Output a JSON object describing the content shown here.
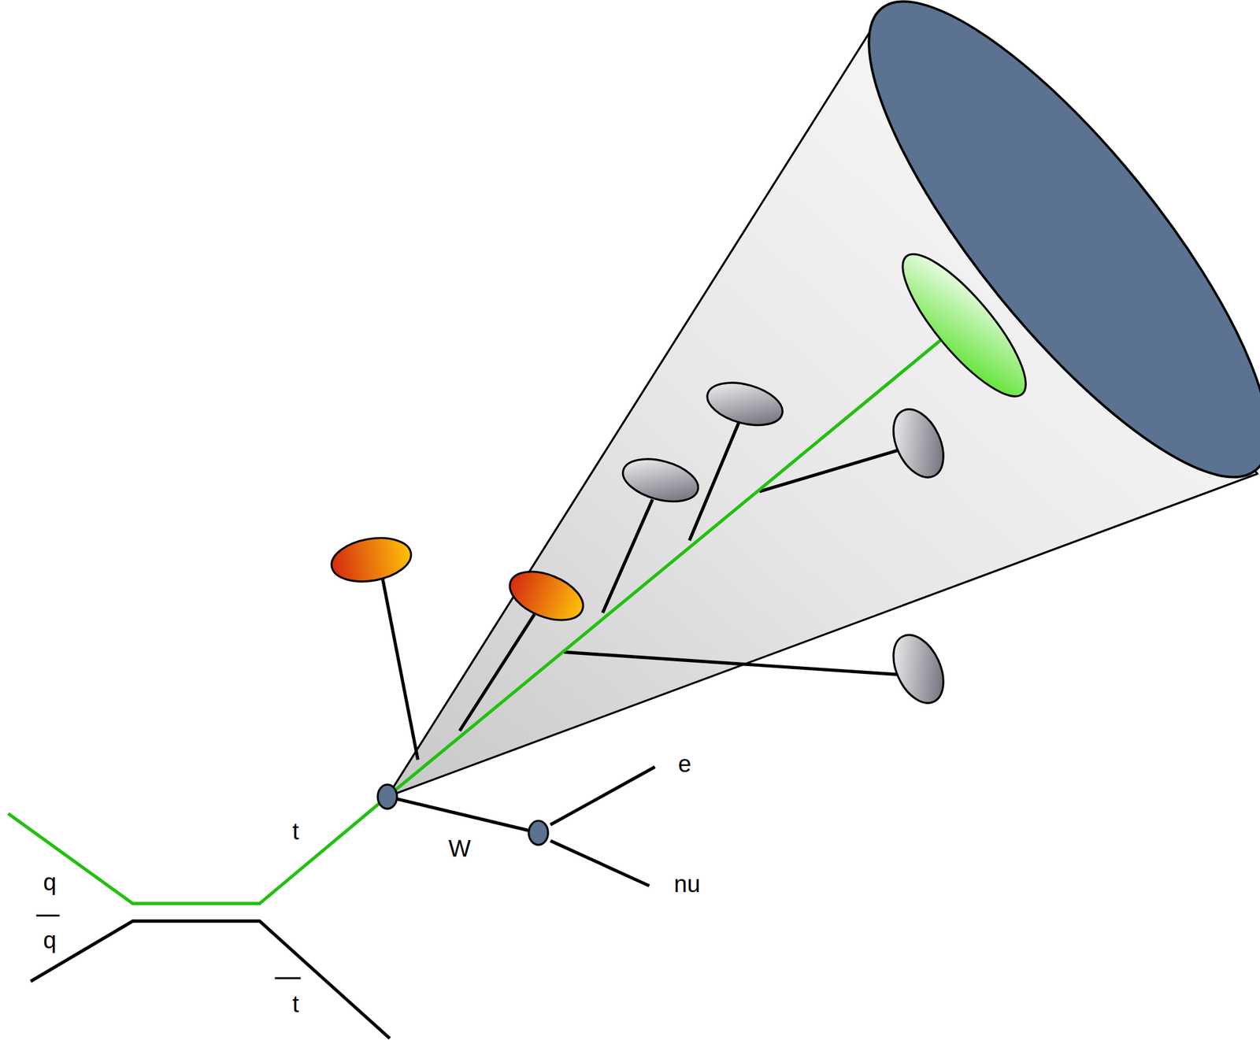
{
  "diagram": {
    "labels": [
      "q",
      "q",
      "t",
      "t",
      "W",
      "e",
      "nu"
    ]
  }
}
